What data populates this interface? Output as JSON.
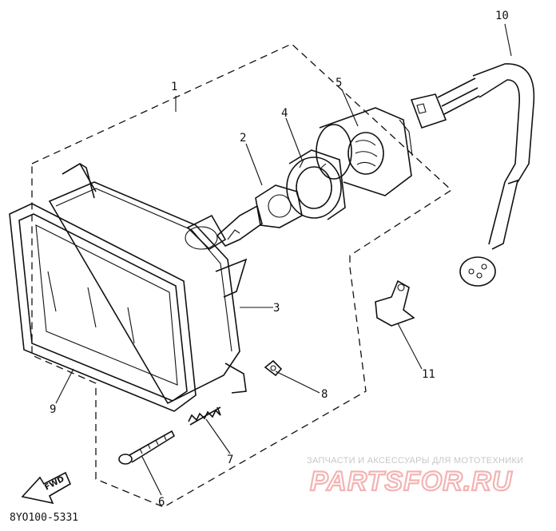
{
  "callouts": [
    {
      "id": "1",
      "text": "1"
    },
    {
      "id": "2",
      "text": "2"
    },
    {
      "id": "3",
      "text": "3"
    },
    {
      "id": "4",
      "text": "4"
    },
    {
      "id": "5",
      "text": "5"
    },
    {
      "id": "6",
      "text": "6"
    },
    {
      "id": "7",
      "text": "7"
    },
    {
      "id": "8",
      "text": "8"
    },
    {
      "id": "9",
      "text": "9"
    },
    {
      "id": "10",
      "text": "10"
    },
    {
      "id": "11",
      "text": "11"
    }
  ],
  "fwd_label": "FWD",
  "diagram_code": "8YO100-5331",
  "watermark": {
    "tagline": "ЗАПЧАСТИ И АКСЕССУАРЫ ДЛЯ МОТОТЕХНИКИ",
    "brand": "PARTSFOR.RU"
  }
}
